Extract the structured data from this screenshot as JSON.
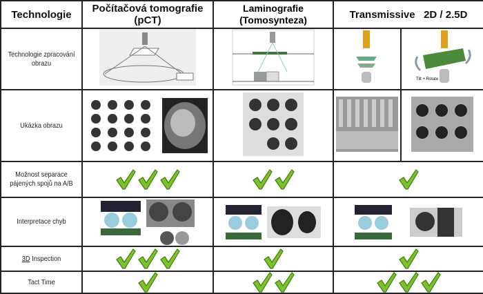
{
  "header": {
    "col_technology": "Technologie",
    "col_pct": "Počítačová tomografie (pCT)",
    "col_lamino_1": "Laminografie",
    "col_lamino_2": "(Tomosynteza)",
    "col_transmissive": "Transmissive   2D / 2.5D"
  },
  "rows": {
    "processing": "Technologie zpracování obrazu",
    "sample": "Ukázka obrazu",
    "separation_1": "Možnost separace",
    "separation_2": "pájených spojů na A/B",
    "defects": "Interpretace chyb",
    "inspection_3d_prefix": "3D",
    "inspection_3d_suffix": " Inspection",
    "tact": "Tact Time"
  },
  "diagram_labels": {
    "tilt_rotate": "Tilt + Rotate"
  },
  "ratings": {
    "separation": {
      "pct": 3,
      "lamino": 2,
      "transmissive": 1
    },
    "inspection_3d": {
      "pct": 3,
      "lamino": 1,
      "transmissive": 1
    },
    "tact_time": {
      "pct": 1,
      "lamino": 2,
      "transmissive": 3
    }
  },
  "colors": {
    "check": "#7cc22a",
    "check_dark": "#3f7a12",
    "border": "#222222"
  }
}
